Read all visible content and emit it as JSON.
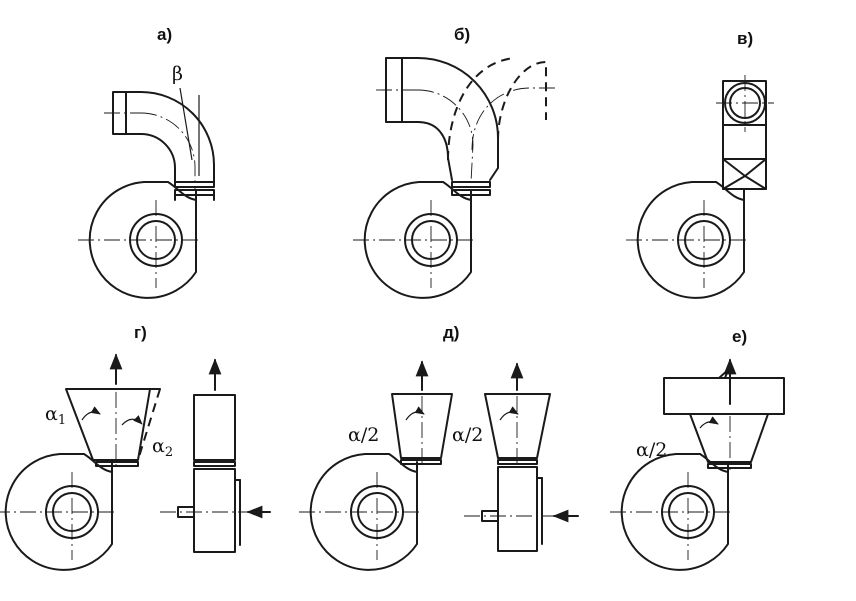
{
  "panels": [
    {
      "label": "а)"
    },
    {
      "label": "б)"
    },
    {
      "label": "в)"
    },
    {
      "label": "г)"
    },
    {
      "label": "д)"
    },
    {
      "label": "е)"
    }
  ],
  "annotations": {
    "beta": "β",
    "alpha1_base": "α",
    "alpha1_sub": "1",
    "alpha2_base": "α",
    "alpha2_sub": "2",
    "half_alpha": "α/2"
  }
}
